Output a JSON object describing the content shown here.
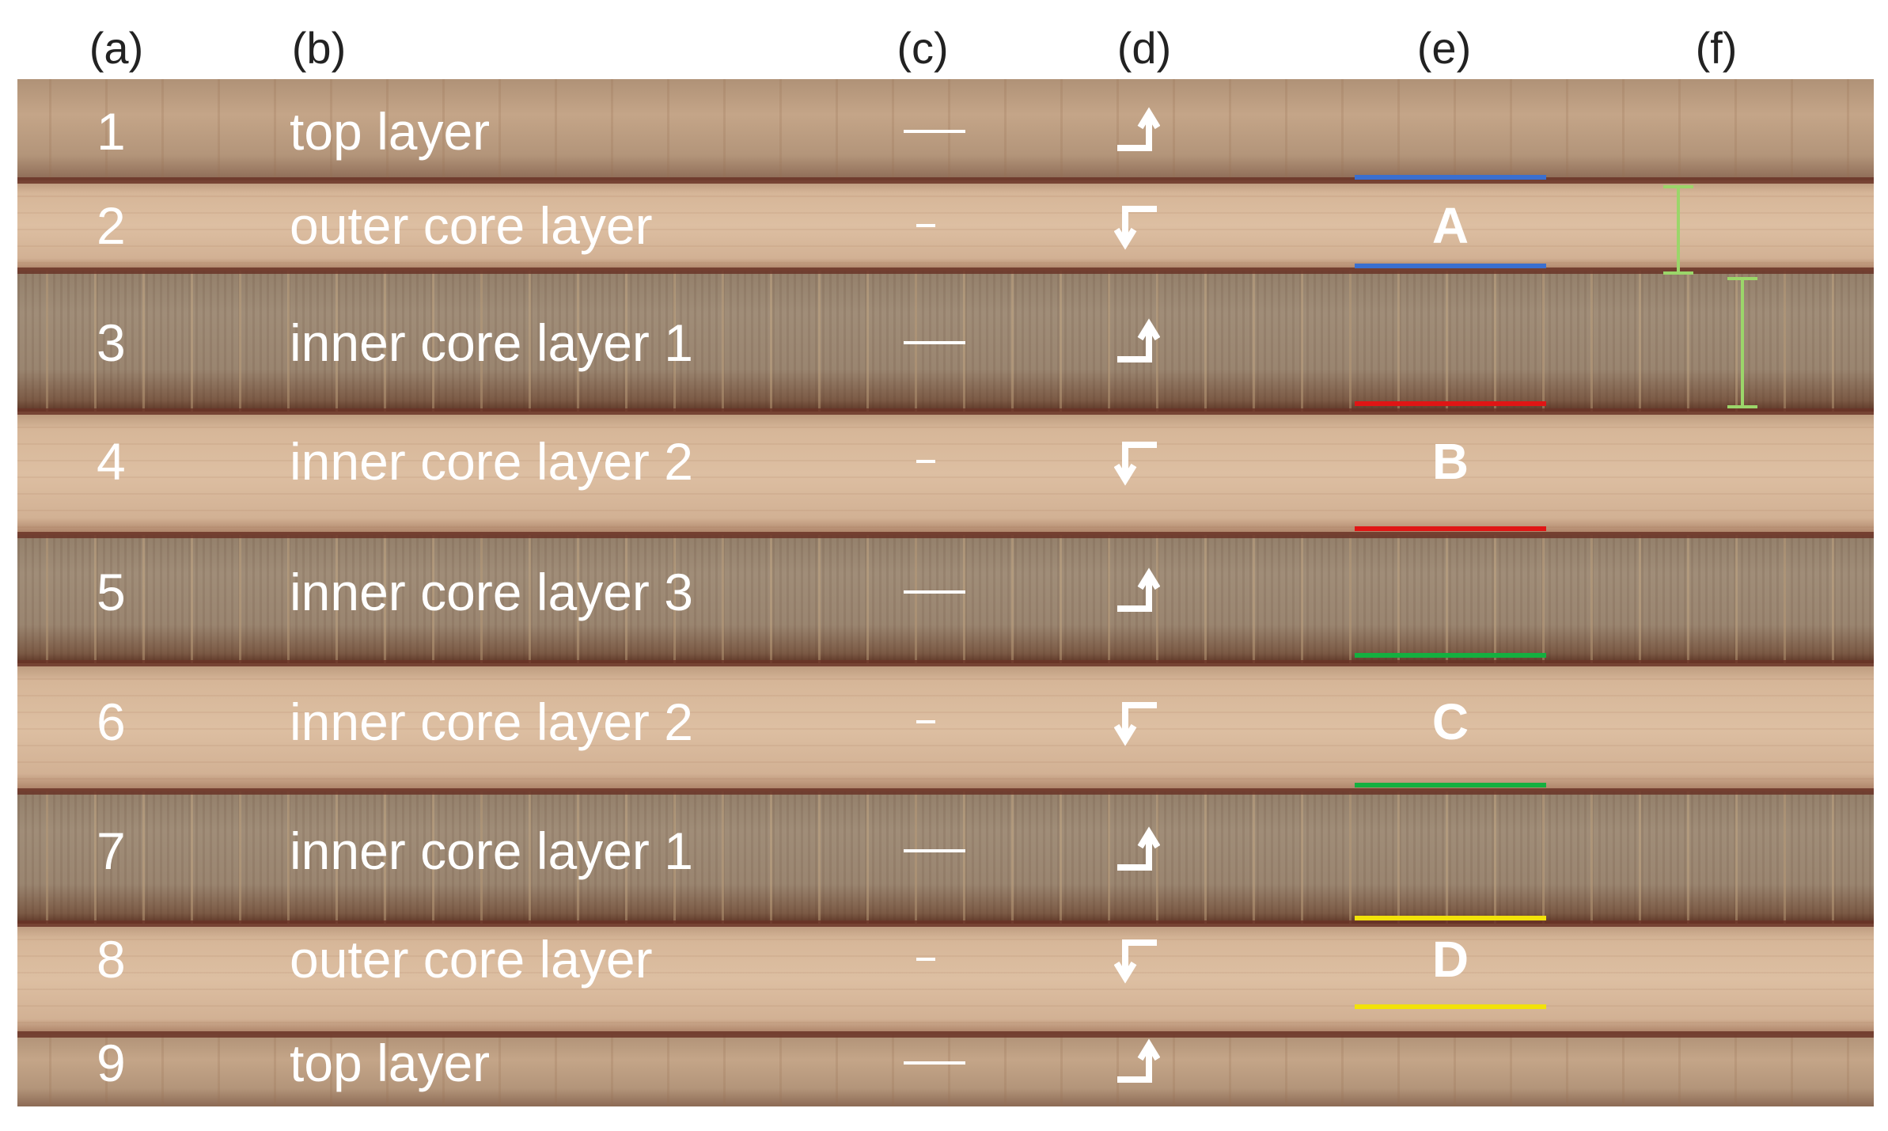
{
  "column_headers": {
    "a": "(a)",
    "b": "(b)",
    "c": "(c)",
    "d": "(d)",
    "e": "(e)",
    "f": "(f)"
  },
  "layers": [
    {
      "number": "1",
      "name": "top layer",
      "grain": "long",
      "orientation": "up"
    },
    {
      "number": "2",
      "name": "outer core layer",
      "grain": "short",
      "orientation": "down"
    },
    {
      "number": "3",
      "name": "inner core layer 1",
      "grain": "long",
      "orientation": "up"
    },
    {
      "number": "4",
      "name": "inner core layer 2",
      "grain": "short",
      "orientation": "down"
    },
    {
      "number": "5",
      "name": "inner core layer 3",
      "grain": "long",
      "orientation": "up"
    },
    {
      "number": "6",
      "name": "inner core layer 2",
      "grain": "short",
      "orientation": "down"
    },
    {
      "number": "7",
      "name": "inner core layer 1",
      "grain": "long",
      "orientation": "up"
    },
    {
      "number": "8",
      "name": "outer core layer",
      "grain": "short",
      "orientation": "down"
    },
    {
      "number": "9",
      "name": "top layer",
      "grain": "long",
      "orientation": "up"
    }
  ],
  "samples": [
    {
      "label": "A",
      "color": "#3a6fd0"
    },
    {
      "label": "B",
      "color": "#e01515"
    },
    {
      "label": "C",
      "color": "#14b040"
    },
    {
      "label": "D",
      "color": "#f2e20a"
    }
  ],
  "colors": {
    "dimension_bar": "#9bd66a",
    "label_text": "#ffffff",
    "header_text": "#222222"
  },
  "icons": {
    "orientation_up": "corner-arrow-up-icon",
    "orientation_down": "corner-arrow-down-icon"
  }
}
